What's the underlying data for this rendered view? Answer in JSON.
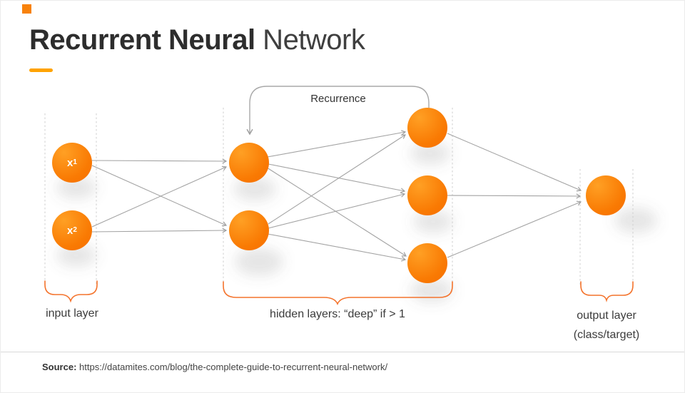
{
  "header": {
    "title_bold": "Recurrent Neural",
    "title_light": " Network"
  },
  "diagram": {
    "recurrence_label": "Recurrence",
    "input_nodes": [
      {
        "base": "x",
        "sub": "1"
      },
      {
        "base": "x",
        "sub": "2"
      }
    ],
    "layer_labels": {
      "input": "input layer",
      "hidden": "hidden layers: “deep” if > 1",
      "output": "output layer",
      "output_sub": "(class/target)"
    }
  },
  "footer": {
    "source_label": "Source:",
    "source_url": " https://datamites.com/blog/the-complete-guide-to-recurrent-neural-network/"
  },
  "colors": {
    "accent_orange": "#f8820b",
    "underline_orange": "#ffa300",
    "node_orange_light": "#ffa024",
    "node_orange_dark": "#f76e00",
    "brace_orange": "#f4732c",
    "edge_gray": "#a3a3a3",
    "dashed_gray": "#cfcfcf",
    "title_dark": "#2d2d2d",
    "label_gray": "#3b3b3b"
  }
}
